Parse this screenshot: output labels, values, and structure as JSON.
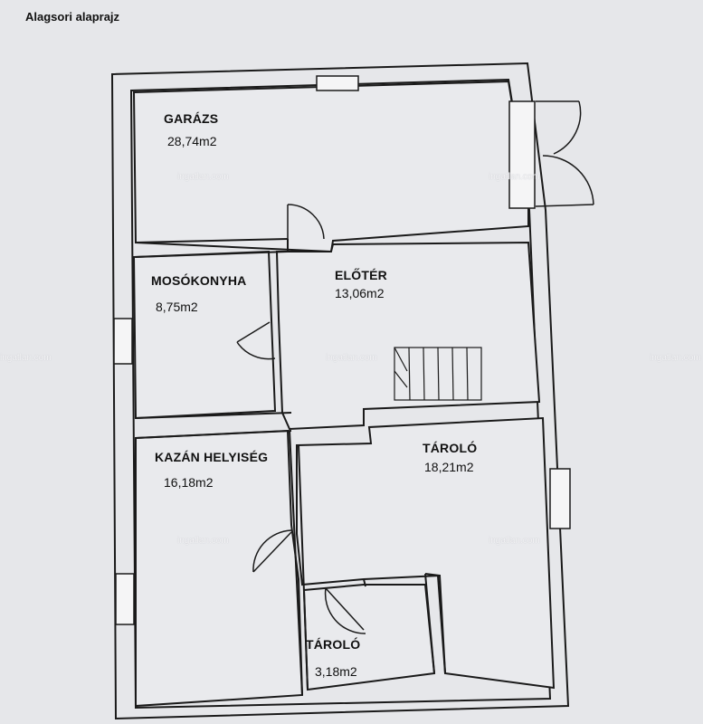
{
  "title": "Alagsori alaprajz",
  "rooms": [
    {
      "name": "GARÁZS",
      "area": "28,74m2"
    },
    {
      "name": "MOSÓKONYHA",
      "area": "8,75m2"
    },
    {
      "name": "ELŐTÉR",
      "area": "13,06m2"
    },
    {
      "name": "KAZÁN HELYISÉG",
      "area": "16,18m2"
    },
    {
      "name": "TÁROLÓ",
      "area": "18,21m2"
    },
    {
      "name": "TÁROLÓ",
      "area": "3,18m2"
    }
  ],
  "watermark": "ingatlan.com",
  "colors": {
    "paper": "#e6e7ea",
    "wall": "#1a1a1a",
    "wall_fill": "#f2f2f3"
  }
}
